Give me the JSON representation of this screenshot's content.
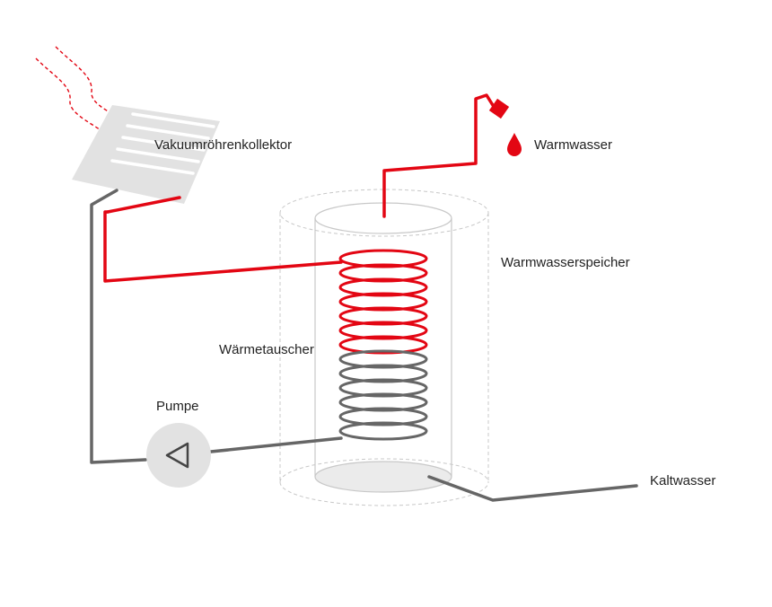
{
  "labels": {
    "collector": "Vakuumröhrenkollektor",
    "warm_water": "Warmwasser",
    "storage_tank": "Warmwasserspeicher",
    "heat_exchanger": "Wärmetauscher",
    "pump": "Pumpe",
    "cold_water": "Kaltwasser"
  },
  "colors": {
    "hot": "#e30613",
    "cold": "#666666",
    "outline": "#c8c8c8",
    "panel": "#e4e4e4"
  },
  "icons": [
    "sun-ray-icon",
    "water-drop-icon",
    "tap-icon",
    "pump-triangle-icon"
  ]
}
